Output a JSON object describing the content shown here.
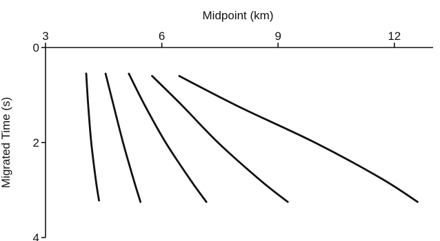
{
  "chart_data": {
    "type": "line",
    "xlabel": "Midpoint (km)",
    "ylabel": "Migrated Time (s)",
    "xlim": [
      3,
      13
    ],
    "ylim": [
      0,
      4
    ],
    "y_inverted": true,
    "x_axis_position": "top",
    "x_ticks": [
      "3",
      "6",
      "9",
      "12"
    ],
    "y_ticks": [
      "0",
      "2",
      "4"
    ],
    "grid": false,
    "line_color": "#111111",
    "series": [
      {
        "x": [
          4.05,
          4.1,
          4.18,
          4.3,
          4.38
        ],
        "y": [
          0.55,
          1.2,
          2.0,
          2.8,
          3.22
        ]
      },
      {
        "x": [
          4.55,
          4.75,
          5.0,
          5.28,
          5.45
        ],
        "y": [
          0.55,
          1.2,
          2.0,
          2.8,
          3.25
        ]
      },
      {
        "x": [
          5.15,
          5.55,
          6.1,
          6.75,
          7.15
        ],
        "y": [
          0.55,
          1.2,
          2.0,
          2.8,
          3.25
        ]
      },
      {
        "x": [
          5.75,
          6.5,
          7.45,
          8.55,
          9.25
        ],
        "y": [
          0.6,
          1.2,
          2.0,
          2.8,
          3.25
        ]
      },
      {
        "x": [
          6.45,
          8.0,
          9.95,
          11.65,
          12.6
        ],
        "y": [
          0.6,
          1.25,
          2.0,
          2.75,
          3.25
        ]
      }
    ]
  }
}
